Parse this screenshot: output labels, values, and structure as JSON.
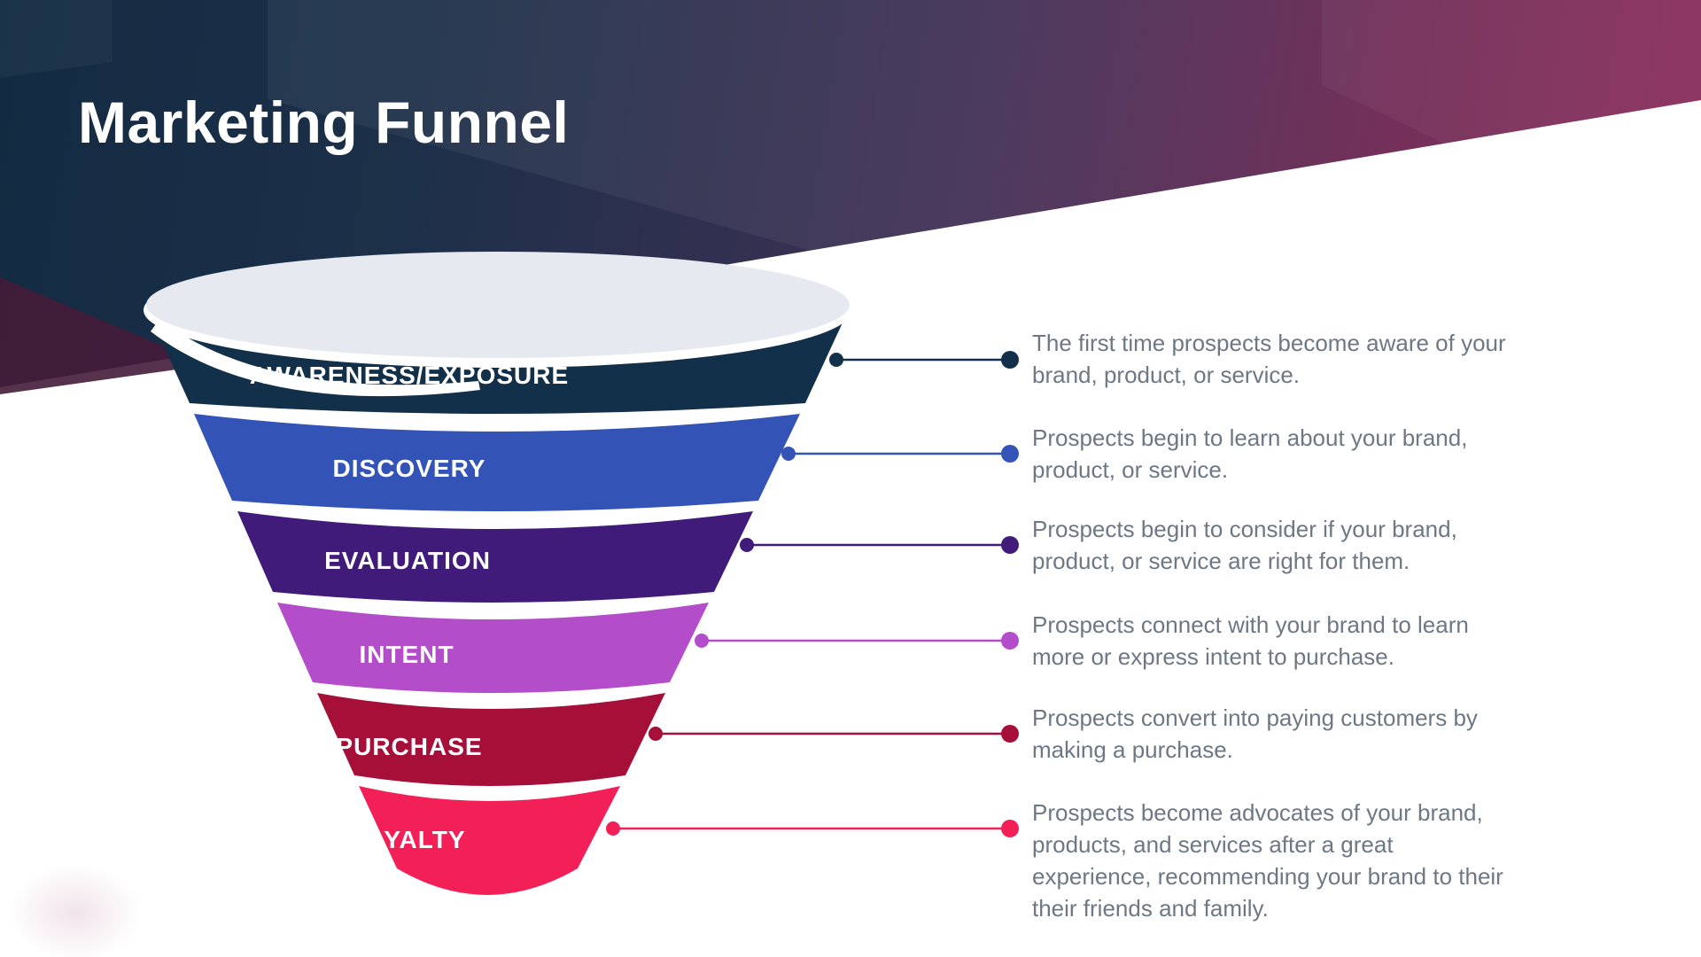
{
  "page": {
    "title": "Marketing Funnel"
  },
  "theme": {
    "header_gradient_left": "#122b42",
    "header_gradient_mid": "#433056",
    "header_gradient_right": "#8c2455",
    "funnel_top_fill": "#e6eaf0",
    "description_text_color": "#6d7884",
    "label_text_color": "#ffffff"
  },
  "funnel": {
    "stages": [
      {
        "label": "AWARENESS/EXPOSURE",
        "color": "#13304a",
        "description": "The first time prospects become aware of your\nbrand, product, or service."
      },
      {
        "label": "DISCOVERY",
        "color": "#3453b6",
        "description": "Prospects begin to learn about your brand,\nproduct, or service."
      },
      {
        "label": "EVALUATION",
        "color": "#401b7a",
        "description": "Prospects begin to consider if your brand,\nproduct, or service are right for them."
      },
      {
        "label": "INTENT",
        "color": "#b34dc9",
        "description": "Prospects connect with your brand to learn\nmore or express intent to purchase."
      },
      {
        "label": "PURCHASE",
        "color": "#a50f38",
        "description": "Prospects convert into paying customers by\nmaking a purchase."
      },
      {
        "label": "LOYALTY",
        "color": "#f22057",
        "description": "Prospects become advocates of your brand,\nproducts, and services after a great\nexperience, recommending your brand to their\ntheir friends and family."
      }
    ]
  }
}
